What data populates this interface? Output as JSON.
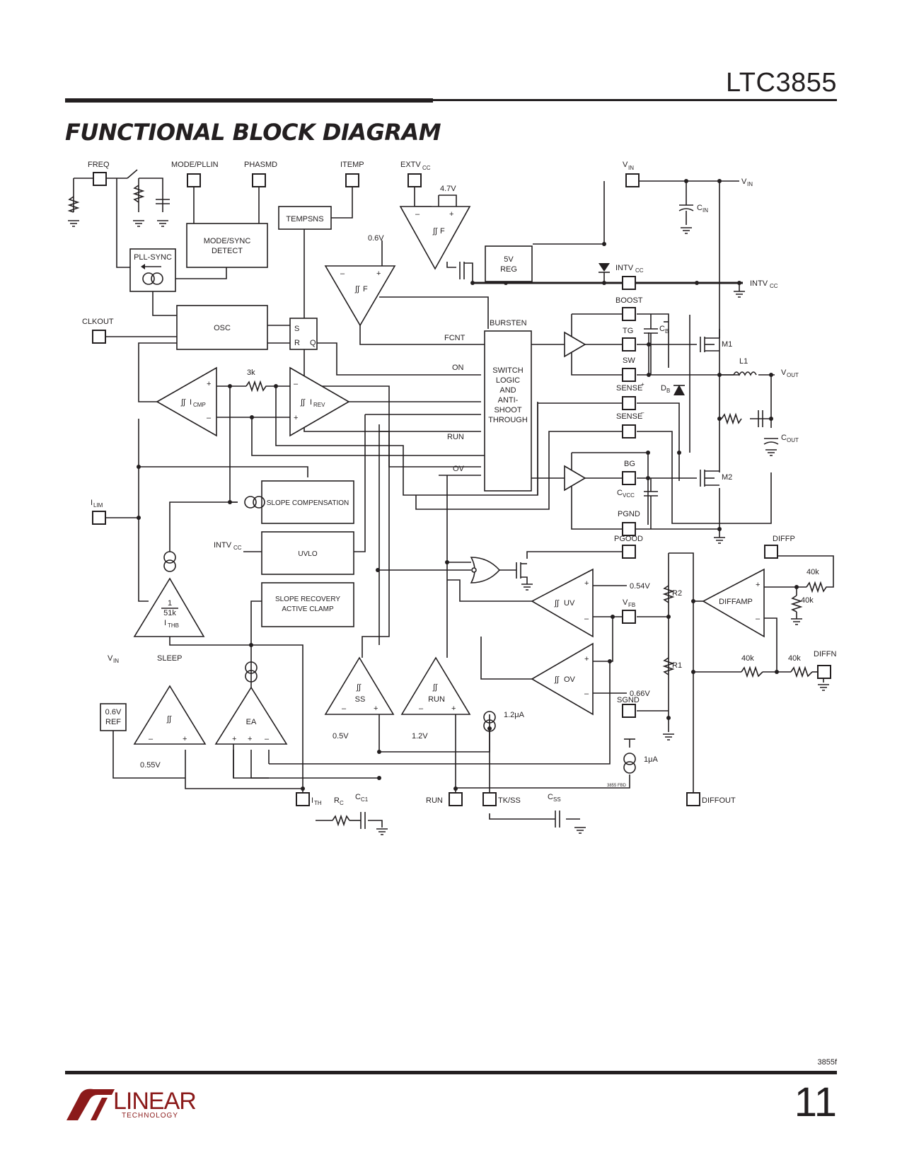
{
  "header": {
    "part_number": "LTC3855",
    "section_title": "FUNCTIONAL BLOCK DIAGRAM"
  },
  "footer": {
    "doc_code": "3855f",
    "page_number": "11",
    "logo_word": "LINEAR",
    "logo_sub": "TECHNOLOGY"
  },
  "diagram": {
    "pins": {
      "freq": "FREQ",
      "mode_pllin": "MODE/PLLIN",
      "phasmd": "PHASMD",
      "itemp": "ITEMP",
      "extvcc": "EXTV",
      "extvcc_sub": "CC",
      "vin": "V",
      "vin_sub": "IN",
      "intvcc": "INTV",
      "intvcc_sub": "CC",
      "boost": "BOOST",
      "tg": "TG",
      "sw": "SW",
      "sense_p": "SENSE",
      "sense_p_sup": "+",
      "sense_n": "SENSE",
      "sense_n_sup": "–",
      "bg": "BG",
      "pgnd": "PGND",
      "pgood": "PGOOD",
      "diffp": "DIFFP",
      "vfb": "V",
      "vfb_sub": "FB",
      "diffn": "DIFFN",
      "sgnd": "SGND",
      "clkout": "CLKOUT",
      "ilim": "I",
      "ilim_sub": "LIM",
      "ith": "I",
      "ith_sub": "TH",
      "run": "RUN",
      "tkss": "TK/SS",
      "diffout": "DIFFOUT"
    },
    "blocks": {
      "mode_sync_1": "MODE/SYNC",
      "mode_sync_2": "DETECT",
      "tempsns": "TEMPSNS",
      "pll_sync": "PLL-SYNC",
      "osc": "OSC",
      "reg_1": "5V",
      "reg_2": "REG",
      "sw_1": "SWITCH",
      "sw_2": "LOGIC",
      "sw_3": "AND",
      "sw_4": "ANTI-",
      "sw_5": "SHOOT",
      "sw_6": "THROUGH",
      "slope_comp": "SLOPE COMPENSATION",
      "uvlo": "UVLO",
      "slope_rec_1": "SLOPE RECOVERY",
      "slope_rec_2": "ACTIVE CLAMP",
      "ref_1": "0.6V",
      "ref_2": "REF",
      "diffamp": "DIFFAMP",
      "icmp": "I",
      "icmp_sub": "CMP",
      "irev": "I",
      "irev_sub": "REV",
      "ithb_num": "1",
      "ithb_den": "51k",
      "ithb": "I",
      "ithb_sub": "THB",
      "ss": "SS",
      "run_cmp": "RUN",
      "ea": "EA",
      "uv": "UV",
      "ov": "OV",
      "f": "F"
    },
    "signals": {
      "burst": "BURSTEN",
      "fcnt": "FCNT",
      "on": "ON",
      "run": "RUN",
      "ov": "OV",
      "s": "S",
      "r": "R",
      "q": "Q",
      "sleep": "SLEEP",
      "vin_sleep": "V",
      "vin_sleep_sub": "IN",
      "intvcc_uvlo": "INTV",
      "intvcc_uvlo_sub": "CC",
      "intvcc_out": "INTV",
      "intvcc_out_sub": "CC",
      "vin_out": "V",
      "vin_out_sub": "IN",
      "vout": "V",
      "vout_sub": "OUT"
    },
    "values": {
      "v47": "4.7V",
      "v06": "0.6V",
      "r3k": "3k",
      "v054": "0.54V",
      "v066": "0.66V",
      "v05": "0.5V",
      "v12": "1.2V",
      "v055": "0.55V",
      "i12": "1.2μA",
      "i1": "1μA",
      "r40k_1": "40k",
      "r40k_2": "40k",
      "r40k_3": "40k",
      "r40k_4": "40k"
    },
    "components": {
      "cin": "C",
      "cin_sub": "IN",
      "cb": "C",
      "cb_sub": "B",
      "m1": "M1",
      "m2": "M2",
      "l1": "L1",
      "db": "D",
      "db_sub": "B",
      "cout": "C",
      "cout_sub": "OUT",
      "cvcc": "C",
      "cvcc_sub": "VCC",
      "r1": "R1",
      "r2": "R2",
      "rc": "R",
      "rc_sub": "C",
      "cc1": "C",
      "cc1_sub": "C1",
      "css": "C",
      "css_sub": "SS"
    },
    "fig_code": "3855 FBD"
  }
}
